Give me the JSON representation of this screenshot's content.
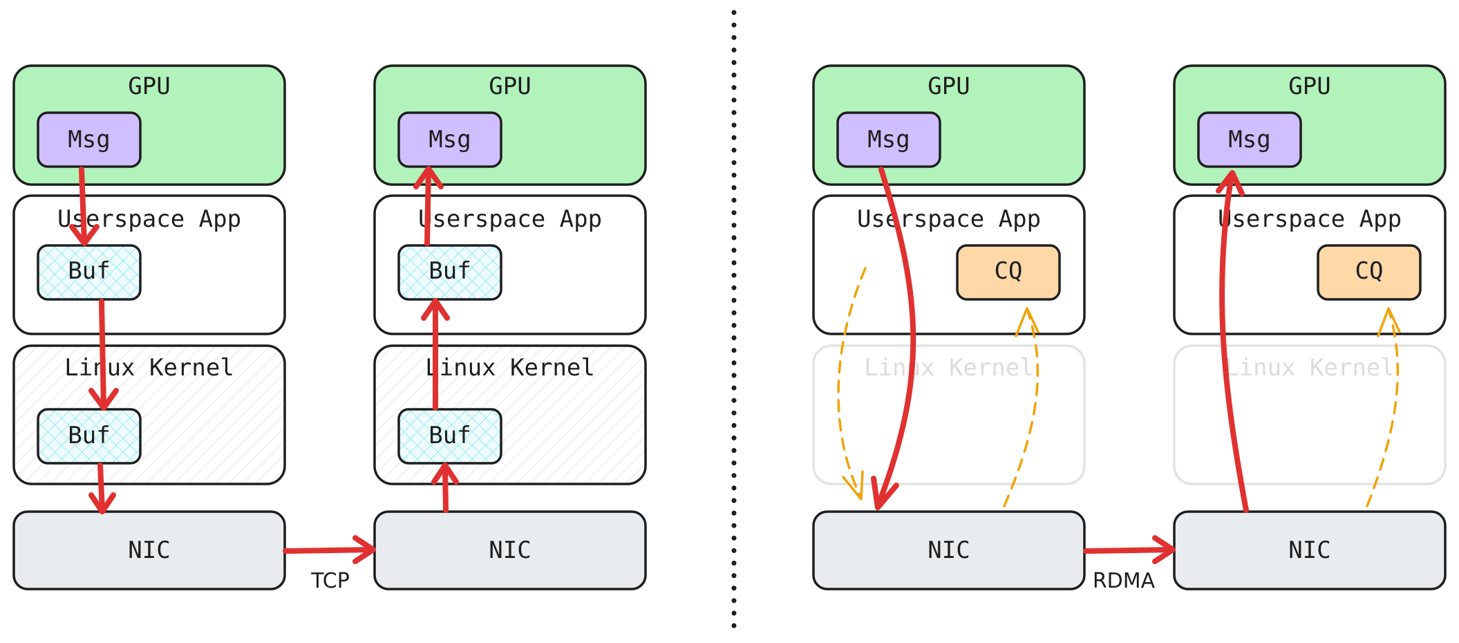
{
  "left": {
    "sender": {
      "gpu": "GPU",
      "msg": "Msg",
      "app": "Userspace App",
      "app_buf": "Buf",
      "kernel": "Linux Kernel",
      "kernel_buf": "Buf",
      "nic": "NIC"
    },
    "receiver": {
      "gpu": "GPU",
      "msg": "Msg",
      "app": "Userspace App",
      "app_buf": "Buf",
      "kernel": "Linux Kernel",
      "kernel_buf": "Buf",
      "nic": "NIC"
    },
    "link_label": "TCP"
  },
  "right": {
    "sender": {
      "gpu": "GPU",
      "msg": "Msg",
      "app": "Userspace App",
      "cq": "CQ",
      "kernel": "Linux Kernel",
      "nic": "NIC"
    },
    "receiver": {
      "gpu": "GPU",
      "msg": "Msg",
      "app": "Userspace App",
      "cq": "CQ",
      "kernel": "Linux Kernel",
      "nic": "NIC"
    },
    "link_label": "RDMA"
  },
  "colors": {
    "gpu": "#b2f2bb",
    "msg": "#d0bfff",
    "buf_hatch": "#99e9f2",
    "nic": "#e9ecef",
    "cq": "#ffd8a8",
    "data_path": "#e03131",
    "control_path": "#f0a30a",
    "faded": "#e0e0e0",
    "stroke": "#1e1e1e"
  }
}
